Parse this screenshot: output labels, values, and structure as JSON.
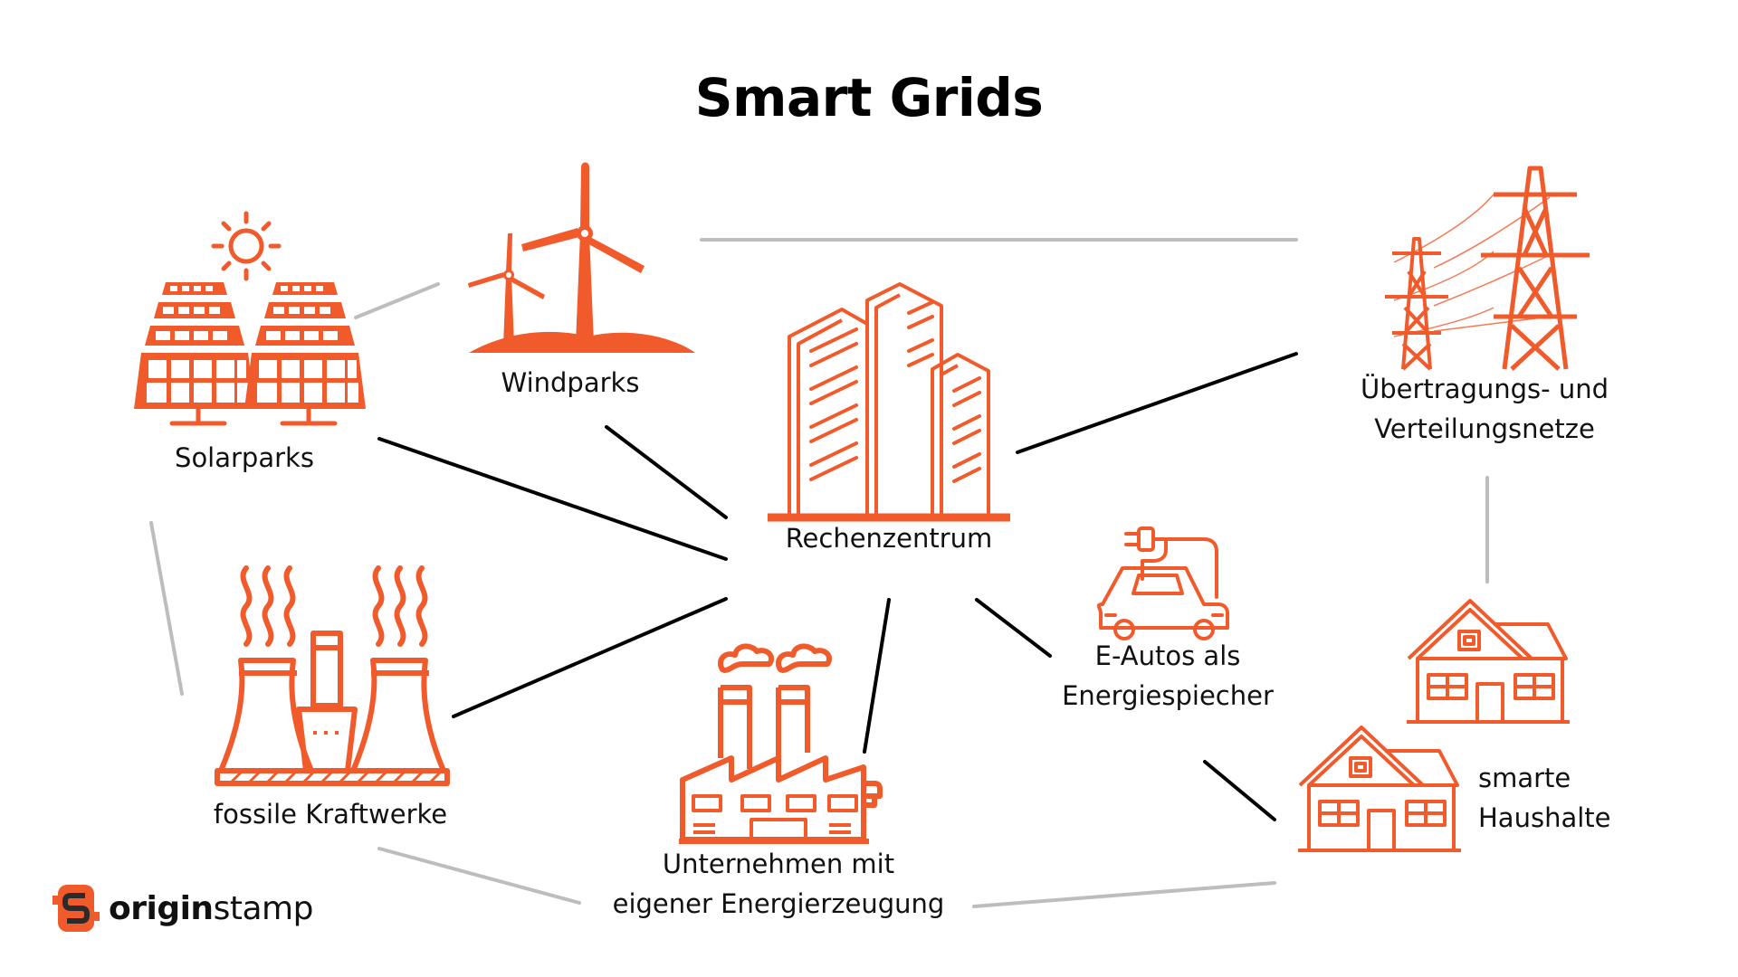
{
  "title": "Smart Grids",
  "accent_color": "#f15a2b",
  "nodes": {
    "solarparks": {
      "label": "Solarparks",
      "icon": "solar-panel-icon"
    },
    "windparks": {
      "label": "Windparks",
      "icon": "wind-turbine-icon"
    },
    "rechenzentrum": {
      "label": "Rechenzentrum",
      "icon": "data-center-building-icon"
    },
    "netze": {
      "label_line1": "Übertragungs- und",
      "label_line2": "Verteilungsnetze",
      "icon": "power-pylon-icon"
    },
    "e_autos": {
      "label_line1": "E-Autos als",
      "label_line2": "Energiespiecher",
      "icon": "electric-car-icon"
    },
    "fossil": {
      "label": "fossile Kraftwerke",
      "icon": "cooling-tower-icon"
    },
    "unternehmen": {
      "label_line1": "Unternehmen mit",
      "label_line2": "eigener Energierzeugung",
      "icon": "factory-icon"
    },
    "haushalte": {
      "label_line1": "smarte",
      "label_line2": "Haushalte",
      "icon": "house-icon"
    }
  },
  "logo": {
    "text_bold": "origin",
    "text_regular": "stamp",
    "icon": "originstamp-logo-icon"
  }
}
